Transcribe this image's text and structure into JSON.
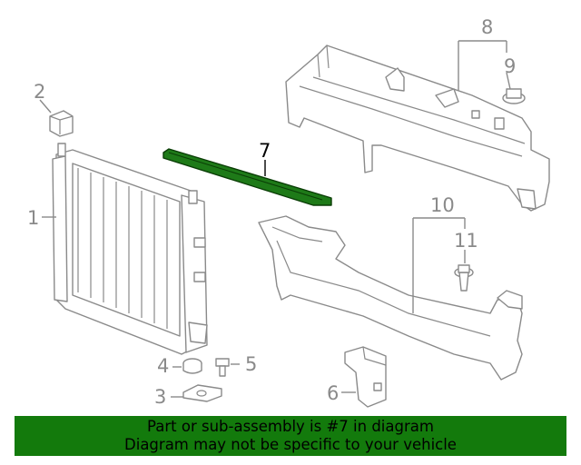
{
  "callouts": {
    "c1": "1",
    "c2": "2",
    "c3": "3",
    "c4": "4",
    "c5": "5",
    "c6": "6",
    "c7": "7",
    "c8": "8",
    "c9": "9",
    "c10": "10",
    "c11": "11"
  },
  "highlight": {
    "callout": "7",
    "color": "#1e7a18"
  },
  "banner": {
    "line1": "Part or sub-assembly is #7 in diagram",
    "line2": "Diagram may not be specific to your vehicle",
    "background": "#137a0c"
  }
}
